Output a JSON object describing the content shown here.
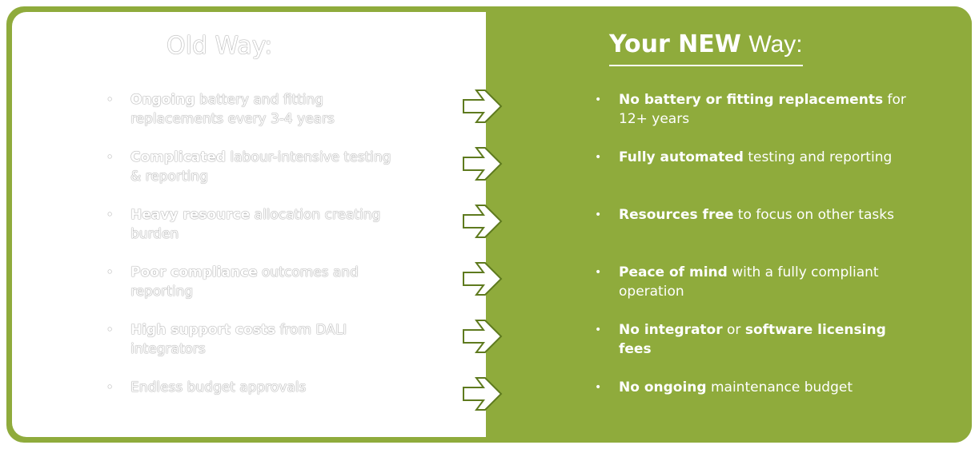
{
  "old_title": "Old Way:",
  "new_title": {
    "bold": "Your NEW",
    "light": "Way:"
  },
  "colors": {
    "green": "#8fab3c"
  },
  "old_items": [
    {
      "bold": "Ongoing",
      "rest": " battery and fitting replacements every 3-4 years"
    },
    {
      "bold": "Complicated",
      "rest": " labour-intensive testing & reporting"
    },
    {
      "bold": "Heavy resource",
      "rest": " allocation creating burden"
    },
    {
      "bold": "Poor compliance",
      "rest": " outcomes and reporting"
    },
    {
      "bold": "High support costs",
      "rest": " from DALI integrators"
    },
    {
      "bold": "",
      "rest": "Endless budget approvals"
    }
  ],
  "new_items": [
    {
      "bold": "No battery or fitting replacements",
      "rest": " for 12+ years"
    },
    {
      "bold": "Fully automated",
      "rest": " testing and reporting"
    },
    {
      "bold": "Resources free",
      "rest": " to focus on other tasks"
    },
    {
      "bold": "Peace of mind",
      "rest": " with a fully compliant operation"
    },
    {
      "bold": "No integrator",
      "rest": " or ",
      "bold2": "software licensing fees"
    },
    {
      "bold": "No ongoing",
      "rest": " maintenance budget"
    }
  ]
}
